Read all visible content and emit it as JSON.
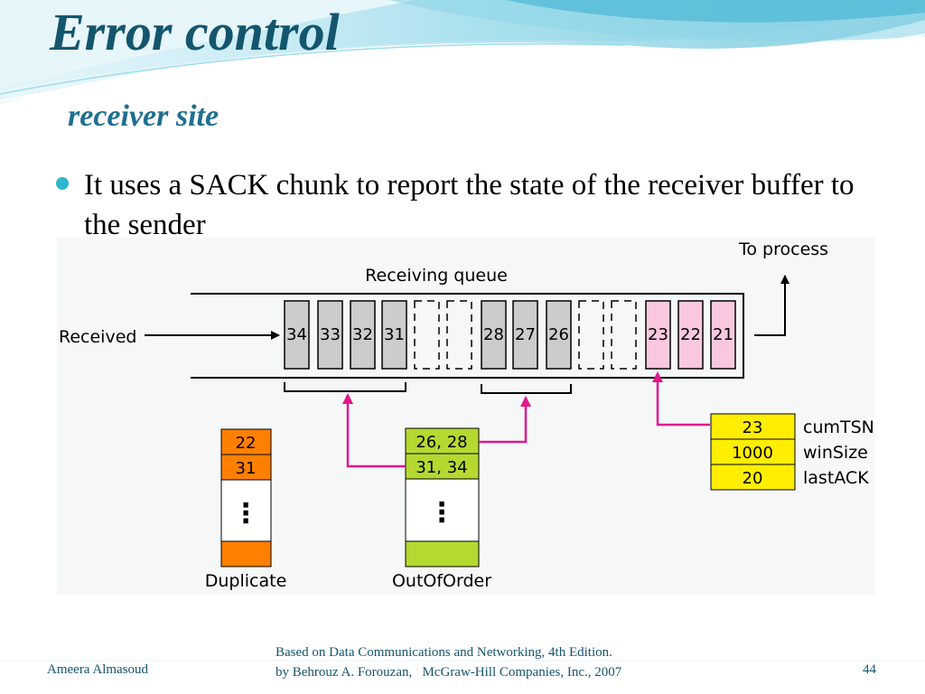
{
  "slide": {
    "title": "Error control",
    "subtitle": "receiver site",
    "bullet": "It uses a SACK chunk to report the state of the receiver buffer to the sender"
  },
  "diagram": {
    "receiving_queue_label": "Receiving queue",
    "received_label": "Received",
    "to_process_label": "To process",
    "queue_slots": [
      {
        "value": "34",
        "state": "out-of-order"
      },
      {
        "value": "33",
        "state": "out-of-order"
      },
      {
        "value": "32",
        "state": "out-of-order"
      },
      {
        "value": "31",
        "state": "out-of-order"
      },
      {
        "value": "",
        "state": "empty"
      },
      {
        "value": "",
        "state": "empty"
      },
      {
        "value": "28",
        "state": "out-of-order"
      },
      {
        "value": "27",
        "state": "out-of-order"
      },
      {
        "value": "26",
        "state": "out-of-order"
      },
      {
        "value": "",
        "state": "empty"
      },
      {
        "value": "",
        "state": "empty"
      },
      {
        "value": "23",
        "state": "in-order"
      },
      {
        "value": "22",
        "state": "in-order"
      },
      {
        "value": "21",
        "state": "in-order"
      }
    ],
    "duplicate": {
      "label": "Duplicate",
      "entries": [
        "22",
        "31"
      ],
      "ellipsis": "⋮"
    },
    "out_of_order": {
      "label": "OutOfOrder",
      "entries": [
        "26, 28",
        "31, 34"
      ],
      "ellipsis": "⋮"
    },
    "variables": [
      {
        "value": "23",
        "name": "cumTSN"
      },
      {
        "value": "1000",
        "name": "winSize"
      },
      {
        "value": "20",
        "name": "lastACK"
      }
    ],
    "colors": {
      "out_of_order_chunk": "#cccccc",
      "in_order_chunk": "#f9c8e0",
      "duplicate": "#ff8000",
      "out_of_order_list": "#b5d930",
      "variables": "#ffee00",
      "arrow": "#e0188c"
    }
  },
  "footer": {
    "author": "Ameera Almasoud",
    "source_line1": "Based on Data Communications and Networking, 4th Edition.",
    "source_line2": "by Behrouz A. Forouzan,   McGraw-Hill Companies, Inc., 2007",
    "page_number": "44"
  }
}
